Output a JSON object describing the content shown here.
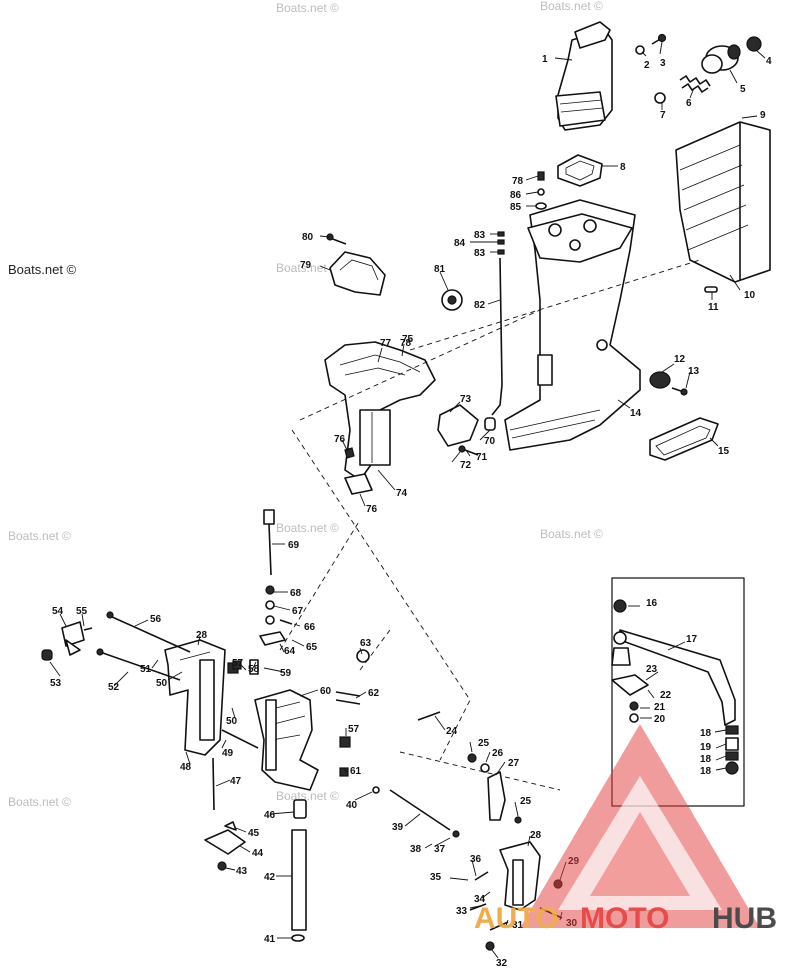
{
  "watermarks": {
    "main": "Boats.net ©",
    "faint": "Boats.net ©"
  },
  "logo": {
    "auto": "AUTO",
    "moto": "MOTO",
    "hub": "HUB",
    "accent_color": "#e43d3a",
    "accent2_color": "#f1a63a",
    "dark_color": "#3c3c3c"
  },
  "callouts": [
    {
      "id": "1",
      "label": "1"
    },
    {
      "id": "2",
      "label": "2"
    },
    {
      "id": "3",
      "label": "3"
    },
    {
      "id": "4",
      "label": "4"
    },
    {
      "id": "5",
      "label": "5"
    },
    {
      "id": "6",
      "label": "6"
    },
    {
      "id": "7",
      "label": "7"
    },
    {
      "id": "8",
      "label": "8"
    },
    {
      "id": "9",
      "label": "9"
    },
    {
      "id": "10",
      "label": "10"
    },
    {
      "id": "11",
      "label": "11"
    },
    {
      "id": "12",
      "label": "12"
    },
    {
      "id": "13",
      "label": "13"
    },
    {
      "id": "14",
      "label": "14"
    },
    {
      "id": "15",
      "label": "15"
    },
    {
      "id": "16",
      "label": "16"
    },
    {
      "id": "17",
      "label": "17"
    },
    {
      "id": "18a",
      "label": "18"
    },
    {
      "id": "19",
      "label": "19"
    },
    {
      "id": "18b",
      "label": "18"
    },
    {
      "id": "18c",
      "label": "18"
    },
    {
      "id": "20",
      "label": "20"
    },
    {
      "id": "21",
      "label": "21"
    },
    {
      "id": "22",
      "label": "22"
    },
    {
      "id": "23",
      "label": "23"
    },
    {
      "id": "24",
      "label": "24"
    },
    {
      "id": "25a",
      "label": "25"
    },
    {
      "id": "26",
      "label": "26"
    },
    {
      "id": "27",
      "label": "27"
    },
    {
      "id": "25b",
      "label": "25"
    },
    {
      "id": "28a",
      "label": "28"
    },
    {
      "id": "28b",
      "label": "28"
    },
    {
      "id": "29",
      "label": "29"
    },
    {
      "id": "30",
      "label": "30"
    },
    {
      "id": "31",
      "label": "31"
    },
    {
      "id": "32",
      "label": "32"
    },
    {
      "id": "33",
      "label": "33"
    },
    {
      "id": "34",
      "label": "34"
    },
    {
      "id": "35",
      "label": "35"
    },
    {
      "id": "36",
      "label": "36"
    },
    {
      "id": "37",
      "label": "37"
    },
    {
      "id": "38",
      "label": "38"
    },
    {
      "id": "39",
      "label": "39"
    },
    {
      "id": "40",
      "label": "40"
    },
    {
      "id": "41",
      "label": "41"
    },
    {
      "id": "42",
      "label": "42"
    },
    {
      "id": "43",
      "label": "43"
    },
    {
      "id": "44",
      "label": "44"
    },
    {
      "id": "45",
      "label": "45"
    },
    {
      "id": "46",
      "label": "46"
    },
    {
      "id": "47",
      "label": "47"
    },
    {
      "id": "48",
      "label": "48"
    },
    {
      "id": "49",
      "label": "49"
    },
    {
      "id": "50a",
      "label": "50"
    },
    {
      "id": "50b",
      "label": "50"
    },
    {
      "id": "51",
      "label": "51"
    },
    {
      "id": "52",
      "label": "52"
    },
    {
      "id": "53",
      "label": "53"
    },
    {
      "id": "54",
      "label": "54"
    },
    {
      "id": "55",
      "label": "55"
    },
    {
      "id": "56",
      "label": "56"
    },
    {
      "id": "57a",
      "label": "57"
    },
    {
      "id": "57b",
      "label": "57"
    },
    {
      "id": "58",
      "label": "58"
    },
    {
      "id": "59",
      "label": "59"
    },
    {
      "id": "60",
      "label": "60"
    },
    {
      "id": "61",
      "label": "61"
    },
    {
      "id": "62",
      "label": "62"
    },
    {
      "id": "63",
      "label": "63"
    },
    {
      "id": "64",
      "label": "64"
    },
    {
      "id": "65",
      "label": "65"
    },
    {
      "id": "66",
      "label": "66"
    },
    {
      "id": "67",
      "label": "67"
    },
    {
      "id": "68",
      "label": "68"
    },
    {
      "id": "69",
      "label": "69"
    },
    {
      "id": "70",
      "label": "70"
    },
    {
      "id": "71",
      "label": "71"
    },
    {
      "id": "72",
      "label": "72"
    },
    {
      "id": "73",
      "label": "73"
    },
    {
      "id": "74",
      "label": "74"
    },
    {
      "id": "75",
      "label": "75"
    },
    {
      "id": "76a",
      "label": "76"
    },
    {
      "id": "76b",
      "label": "76"
    },
    {
      "id": "77",
      "label": "77"
    },
    {
      "id": "78a",
      "label": "78"
    },
    {
      "id": "78b",
      "label": "78"
    },
    {
      "id": "79",
      "label": "79"
    },
    {
      "id": "80",
      "label": "80"
    },
    {
      "id": "81",
      "label": "81"
    },
    {
      "id": "82",
      "label": "82"
    },
    {
      "id": "83a",
      "label": "83"
    },
    {
      "id": "83b",
      "label": "83"
    },
    {
      "id": "84",
      "label": "84"
    },
    {
      "id": "85",
      "label": "85"
    },
    {
      "id": "86",
      "label": "86"
    }
  ]
}
